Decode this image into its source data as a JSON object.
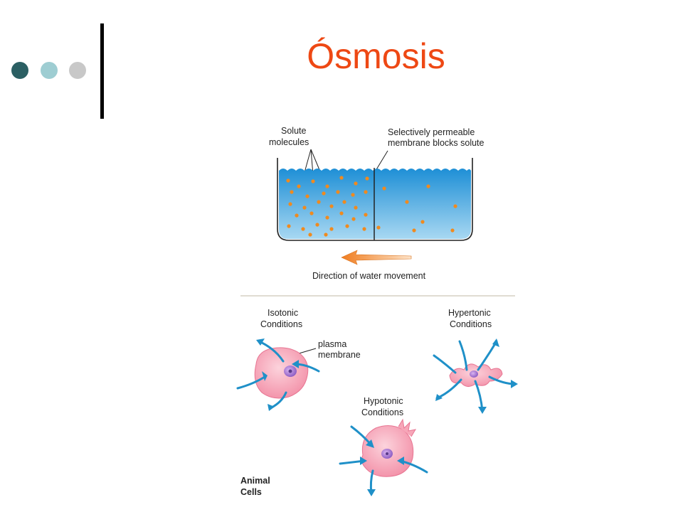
{
  "slide": {
    "title": "Ósmosis",
    "title_color": "#ee4814",
    "bullet_colors": [
      "#2b5f63",
      "#9ecdd2",
      "#c8c8c8"
    ]
  },
  "diagram": {
    "tank": {
      "solute_label": [
        "Solute",
        "molecules"
      ],
      "membrane_label": [
        "Selectively permeable",
        "membrane blocks solute"
      ],
      "arrow_caption": "Direction of water movement",
      "water_color": "#3ca0d8",
      "solute_color": "#f08a1e"
    },
    "cells": {
      "isotonic": [
        "Isotonic",
        "Conditions"
      ],
      "hypertonic": [
        "Hypertonic",
        "Conditions"
      ],
      "hypotonic": [
        "Hypotonic",
        "Conditions"
      ],
      "membrane_label": [
        "plasma",
        "membrane"
      ],
      "group_label": [
        "Animal",
        "Cells"
      ],
      "cell_color": "#f7a6b8",
      "arrow_color": "#1f90c8"
    }
  }
}
